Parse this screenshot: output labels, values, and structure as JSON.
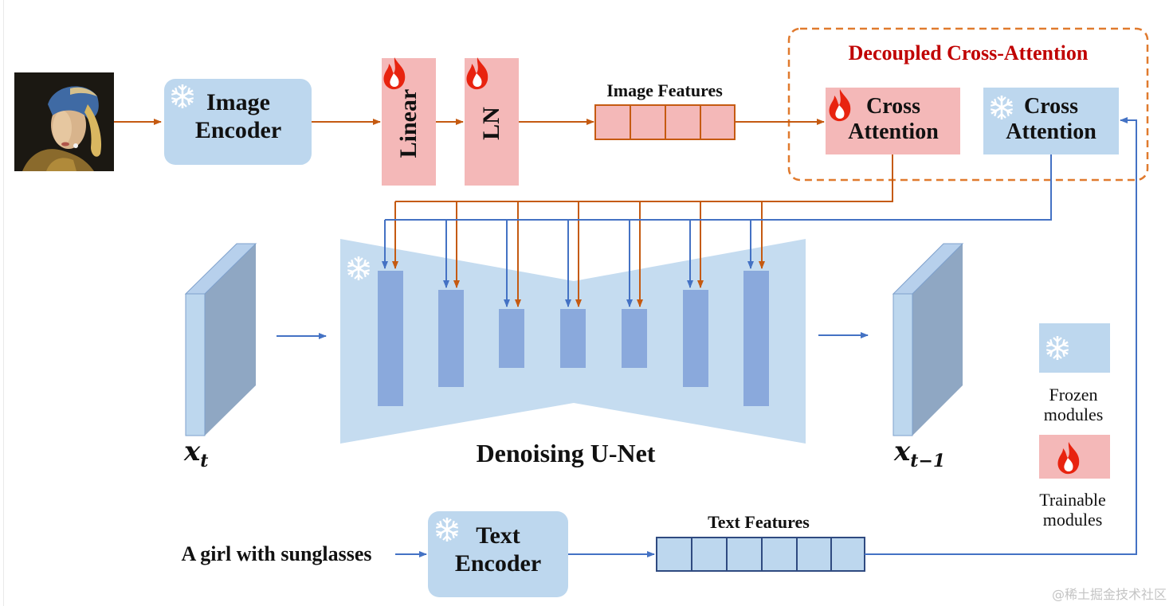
{
  "image_encoder": {
    "line1": "Image",
    "line2": "Encoder",
    "icon": "snowflake-icon"
  },
  "linear": {
    "label": "Linear",
    "icon": "flame-icon"
  },
  "ln": {
    "label": "LN",
    "icon": "flame-icon"
  },
  "image_features": {
    "label": "Image Features"
  },
  "decoupled": {
    "title": "Decoupled Cross-Attention",
    "image_ca": {
      "line1": "Cross",
      "line2": "Attention",
      "icon": "flame-icon"
    },
    "text_ca": {
      "line1": "Cross",
      "line2": "Attention",
      "icon": "snowflake-icon"
    }
  },
  "unet": {
    "label": "Denoising U-Net",
    "icon": "snowflake-icon"
  },
  "latents": {
    "input": "x",
    "input_sub": "t",
    "output": "x",
    "output_sub": "t−1"
  },
  "text_prompt": "A girl with sunglasses",
  "text_encoder": {
    "line1": "Text",
    "line2": "Encoder",
    "icon": "snowflake-icon"
  },
  "text_features": {
    "label": "Text Features"
  },
  "legend": {
    "frozen_line1": "Frozen",
    "frozen_line2": "modules",
    "trainable_line1": "Trainable",
    "trainable_line2": "modules"
  },
  "watermark": "@稀土掘金技术社区",
  "colors": {
    "frozen_fill": "#bdd7ee",
    "trainable_fill": "#f4b8b8",
    "unet_fill": "#c5dcf0",
    "unet_block": "#8aa9dc",
    "orange_arrow": "#c55a11",
    "blue_arrow": "#4472c4",
    "title_red": "#c00000"
  }
}
